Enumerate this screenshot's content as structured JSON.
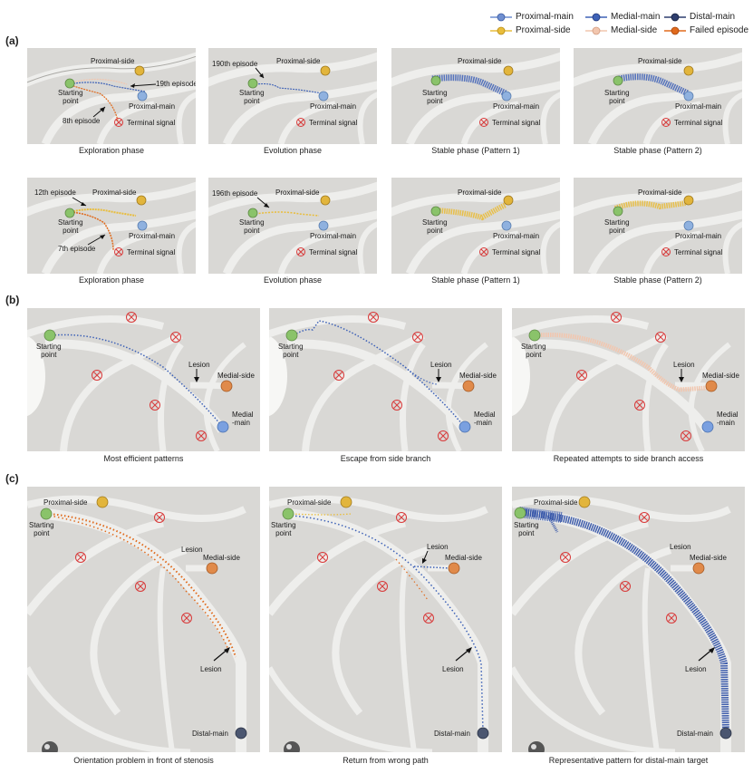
{
  "legend": {
    "items": [
      {
        "label": "Proximal-main",
        "color": "#6f8fd0"
      },
      {
        "label": "Medial-main",
        "color": "#3e62b7"
      },
      {
        "label": "Distal-main",
        "color": "#2e3e6e"
      },
      {
        "label": "Proximal-side",
        "color": "#e9bd3b"
      },
      {
        "label": "Medial-side",
        "color": "#f2c6ae"
      },
      {
        "label": "Failed episode",
        "color": "#e06a1c"
      }
    ]
  },
  "sections": {
    "a": "(a)",
    "b": "(b)",
    "c": "(c)"
  },
  "labels": {
    "starting": "Starting\npoint",
    "proximal_side": "Proximal-side",
    "proximal_main": "Proximal-main",
    "terminal": "Terminal signal",
    "medial_side": "Medial-side",
    "medial_main": "Medial\n-main",
    "lesion": "Lesion",
    "distal_main": "Distal-main",
    "ep_19": "19th episode",
    "ep_8": "8th episode",
    "ep_190": "190th episode",
    "ep_12": "12th episode",
    "ep_7": "7th episode",
    "ep_196": "196th episode"
  },
  "captions": {
    "a_row1": [
      "Exploration phase",
      "Evolution phase",
      "Stable phase (Pattern 1)",
      "Stable phase (Pattern 2)"
    ],
    "a_row2": [
      "Exploration phase",
      "Evolution phase",
      "Stable phase (Pattern 1)",
      "Stable phase (Pattern 2)"
    ],
    "b": [
      "Most efficient patterns",
      "Escape from side branch",
      "Repeated attempts to side branch access"
    ],
    "c": [
      "Orientation problem in front of stenosis",
      "Return from wrong path",
      "Representative pattern for distal-main target"
    ]
  },
  "colors": {
    "panel_bg": "#d9d8d5",
    "vessel": "#eeeeec",
    "start": "#8ac36a",
    "prox_side_dot": "#e2b53c",
    "prox_main_dot": "#8fb1df",
    "terminal": "#d83a3a",
    "medial_side_dot": "#e08a4a",
    "medial_main_dot": "#7aa0e0",
    "distal_main_dot": "#4b5670"
  },
  "icons": {
    "terminal": "crossed-circle-icon",
    "arrow": "arrow-icon"
  }
}
